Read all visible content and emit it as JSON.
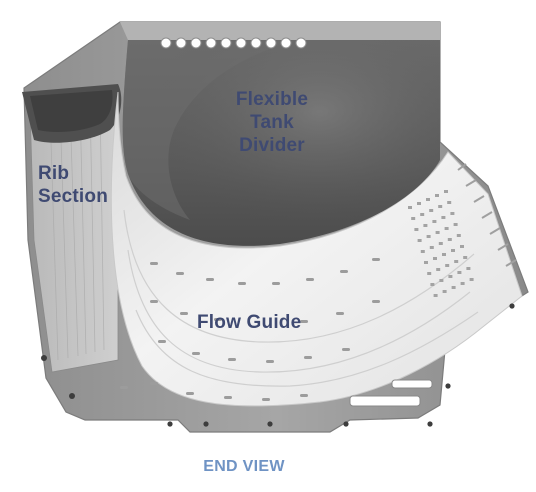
{
  "labels": {
    "divider": [
      "Flexible Tank",
      "Divider"
    ],
    "rib": [
      "Rib",
      "Section"
    ],
    "flow_guide": "Flow Guide"
  },
  "caption": "END VIEW",
  "colors": {
    "label": "#3f4a72",
    "caption": "#6f93c4",
    "frame": "#9a9a9a",
    "divider": "#5d5d5d",
    "guide": "#e9e9e9"
  }
}
